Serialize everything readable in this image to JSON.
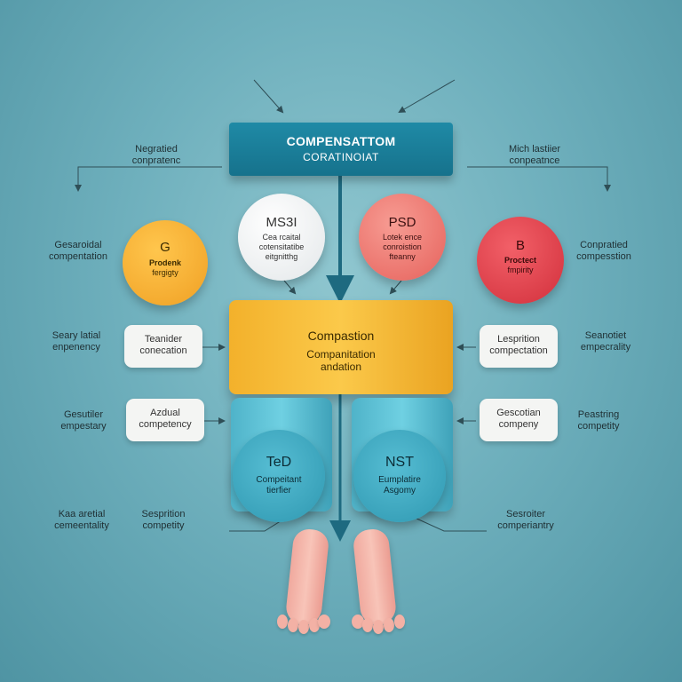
{
  "header": {
    "title": "COMPENSATTOM",
    "subtitle": "CORATINOIAT"
  },
  "circles": [
    {
      "letter": "G",
      "line1": "Prodenk",
      "line2": "fergigty",
      "color": "#f5b032"
    },
    {
      "letter": "MS3I",
      "line1": "Cea rcaital",
      "line2": "cotensitatibe",
      "line3": "eitgnitthg",
      "color": "#f4f4f4"
    },
    {
      "letter": "PSD",
      "line1": "Lotek ence",
      "line2": "conroistion",
      "line3": "fteanny",
      "color": "#ee7a72"
    },
    {
      "letter": "B",
      "line1": "Proctect",
      "line2": "fmpirity",
      "color": "#e0424c"
    }
  ],
  "main": {
    "title": "Compastion",
    "line1": "Companitation",
    "line2": "andation",
    "color": "#f6b731"
  },
  "discs": [
    {
      "title": "TeD",
      "line1": "Compeitant",
      "line2": "tierfier"
    },
    {
      "title": "NST",
      "line1": "Eumplatire",
      "line2": "Asgomy"
    }
  ],
  "pills": [
    {
      "line1": "Teanider",
      "line2": "conecation"
    },
    {
      "line1": "Azdual",
      "line2": "competency"
    },
    {
      "line1": "Lesprition",
      "line2": "compectation"
    },
    {
      "line1": "Gescotian",
      "line2": "compeny"
    }
  ],
  "labels": {
    "top_left": {
      "line1": "Negratied",
      "line2": "conpratenc"
    },
    "top_right": {
      "line1": "Mich lastiier",
      "line2": "conpeatnce"
    },
    "mid_left": {
      "line1": "Gesaroidal",
      "line2": "compentation"
    },
    "mid_right": {
      "line1": "Conpratied",
      "line2": "compesstion"
    },
    "row3_left": {
      "line1": "Seary latial",
      "line2": "enpenency"
    },
    "row3_right": {
      "line1": "Seanotiet",
      "line2": "empecrality"
    },
    "row4_left": {
      "line1": "Gesutiler",
      "line2": "empestary"
    },
    "row4_right": {
      "line1": "Peastring",
      "line2": "competity"
    },
    "bottom_far_left": {
      "line1": "Kaa aretial",
      "line2": "cemeentality"
    },
    "bottom_left": {
      "line1": "Sesprition",
      "line2": "competity"
    },
    "bottom_right": {
      "line1": "Sesroiter",
      "line2": "comperiantry"
    }
  },
  "colors": {
    "background": "#6fb0bd",
    "header": "#1b809b",
    "disc": "#3fa7be",
    "line": "#2f4f57"
  }
}
